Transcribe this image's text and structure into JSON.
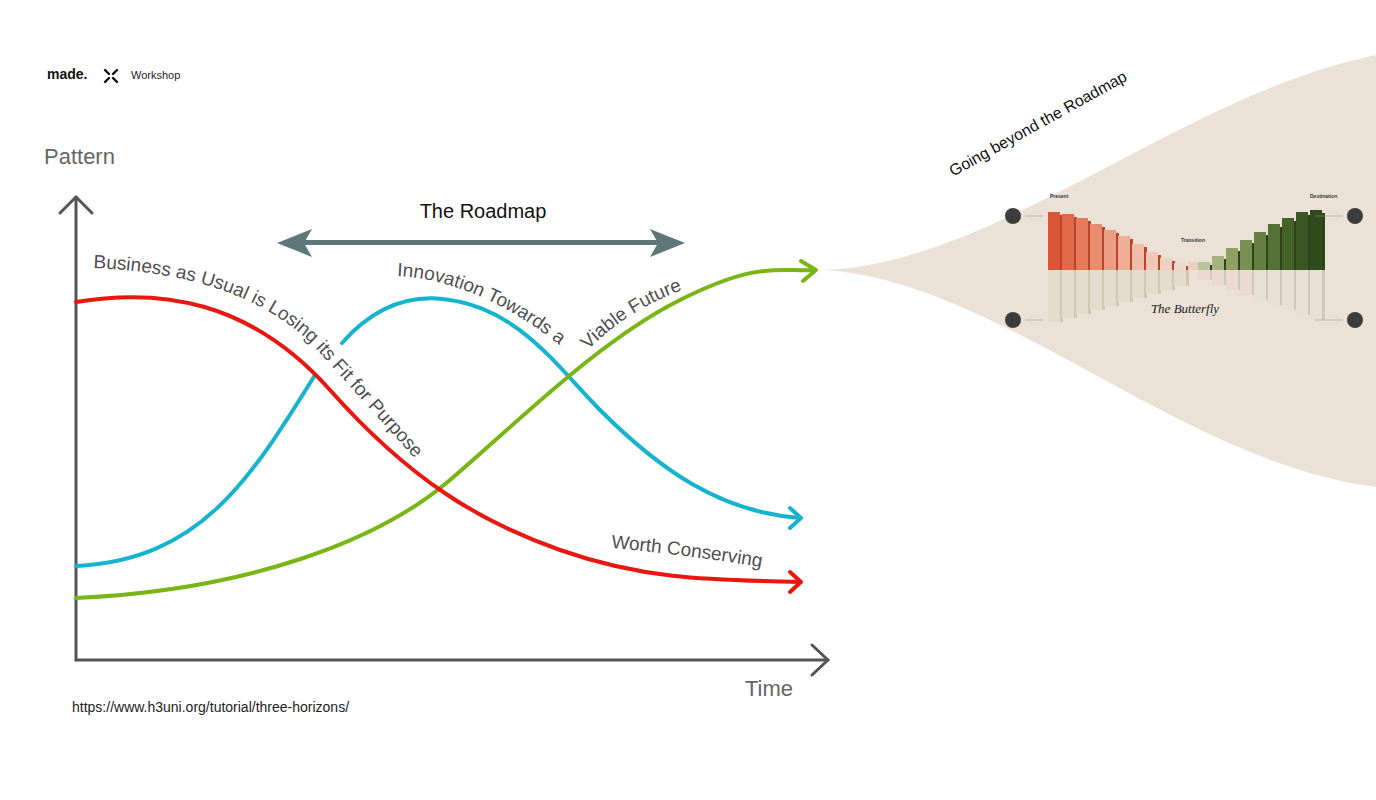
{
  "diagram": {
    "labels": [
      "made.",
      "Workshop",
      "Pattern",
      "The Roadmap",
      "Business as Usual is Losing its Fit for Purpose",
      "Innovation Towards a",
      "Viable Future",
      "Worth Conserving",
      "Time",
      "https://www.h3uni.org/tutorial/three-horizons/",
      "Going beyond the Roadmap",
      "Present",
      "Transition",
      "Destination",
      "The Butterfly"
    ]
  }
}
